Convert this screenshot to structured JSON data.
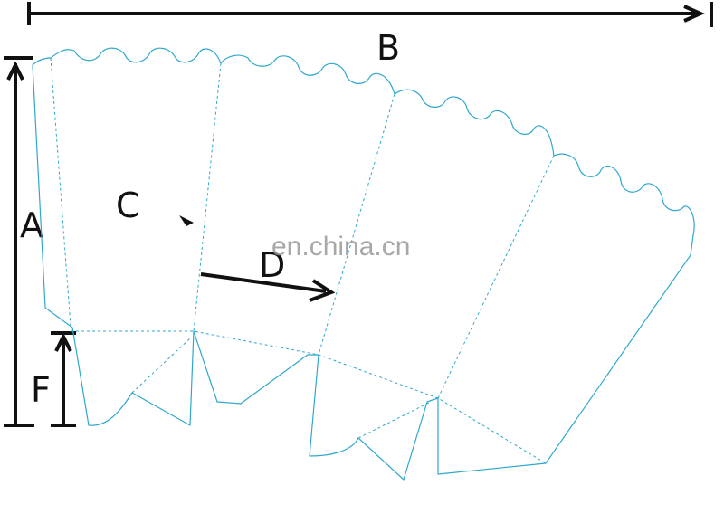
{
  "labels": {
    "a": "A",
    "b": "B",
    "c": "C",
    "d": "D",
    "f": "F"
  },
  "watermark": "en.china.cn",
  "colors": {
    "outline": "#2fa8cc",
    "dimension": "#111111",
    "watermark": "#9a9a9a"
  }
}
